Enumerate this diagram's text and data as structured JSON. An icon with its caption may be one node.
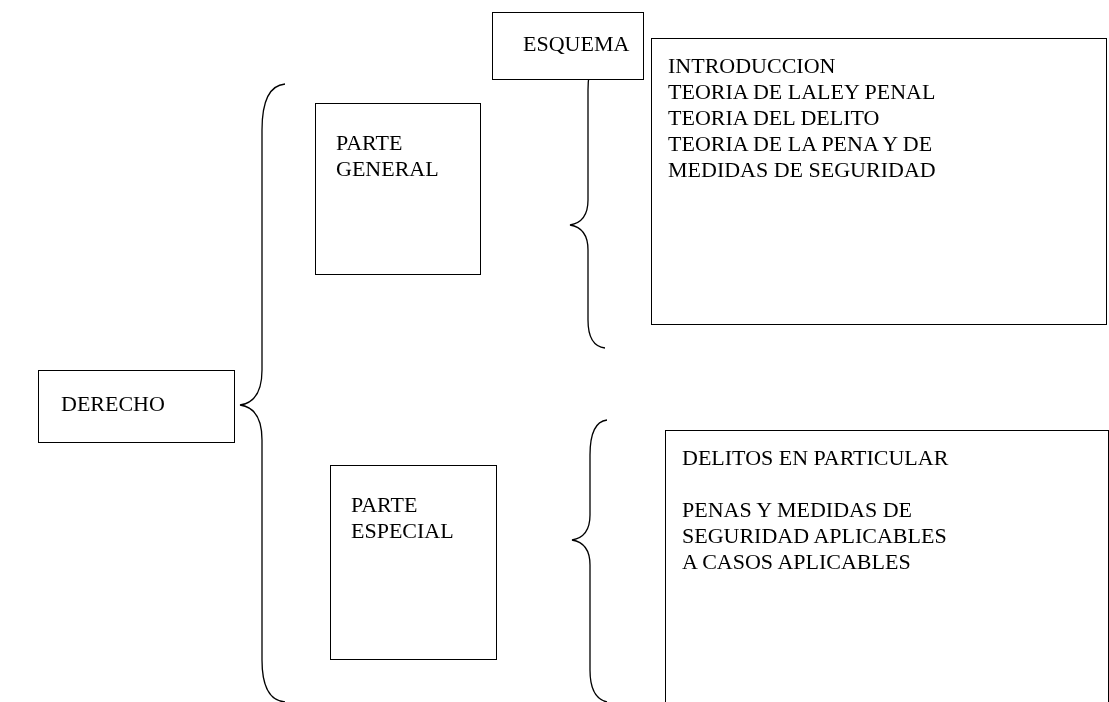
{
  "diagram": {
    "nodes": [
      {
        "text": [
          "ESQUEMA"
        ]
      },
      {
        "text": [
          "DERECHO"
        ]
      },
      {
        "text": [
          "PARTE GENERAL"
        ]
      },
      {
        "text": [
          "INTRODUCCION",
          "TEORIA DE LALEY PENAL",
          "TEORIA DEL DELITO",
          "TEORIA DE LA PENA Y DE MEDIDAS DE SEGURIDAD"
        ]
      },
      {
        "text": [
          "PARTE ESPECIAL"
        ]
      },
      {
        "text": [
          "DELITOS EN PARTICULAR",
          "PENAS Y MEDIDAS DE SEGURIDAD APLICABLES A CASOS APLICABLES"
        ]
      }
    ]
  }
}
